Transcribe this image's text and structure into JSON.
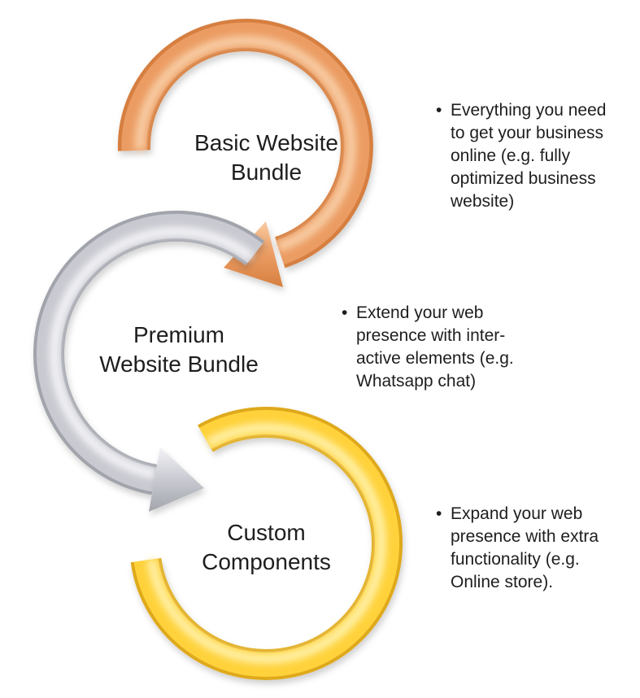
{
  "background_color": "#FFFFFF",
  "text_color": "#1E1E1E",
  "bullet_char": "•",
  "items": [
    {
      "name": "basic-website-bundle",
      "label_lines": [
        "Basic Website",
        "Bundle"
      ],
      "bullet_lines": [
        "Everything you need",
        "to get your business",
        "online (e.g. fully",
        "optimized business",
        "website)"
      ],
      "colors": {
        "base": "#EB9C62",
        "dark": "#D67F40",
        "light": "#F8CBA2"
      }
    },
    {
      "name": "premium-website-bundle",
      "label_lines": [
        "Premium",
        "Website Bundle"
      ],
      "bullet_lines": [
        "Extend your web",
        "presence with inter-",
        "active elements (e.g.",
        "Whatsapp chat)"
      ],
      "colors": {
        "base": "#C9CAD1",
        "dark": "#A2A4AC",
        "light": "#F3F3F6"
      }
    },
    {
      "name": "custom-components",
      "label_lines": [
        "Custom",
        "Components"
      ],
      "bullet_lines": [
        "Expand your web",
        "presence with extra",
        "functionality (e.g.",
        "Online store)."
      ],
      "colors": {
        "base": "#FFD23B",
        "dark": "#DFA91C",
        "light": "#FFF0A6"
      }
    }
  ]
}
